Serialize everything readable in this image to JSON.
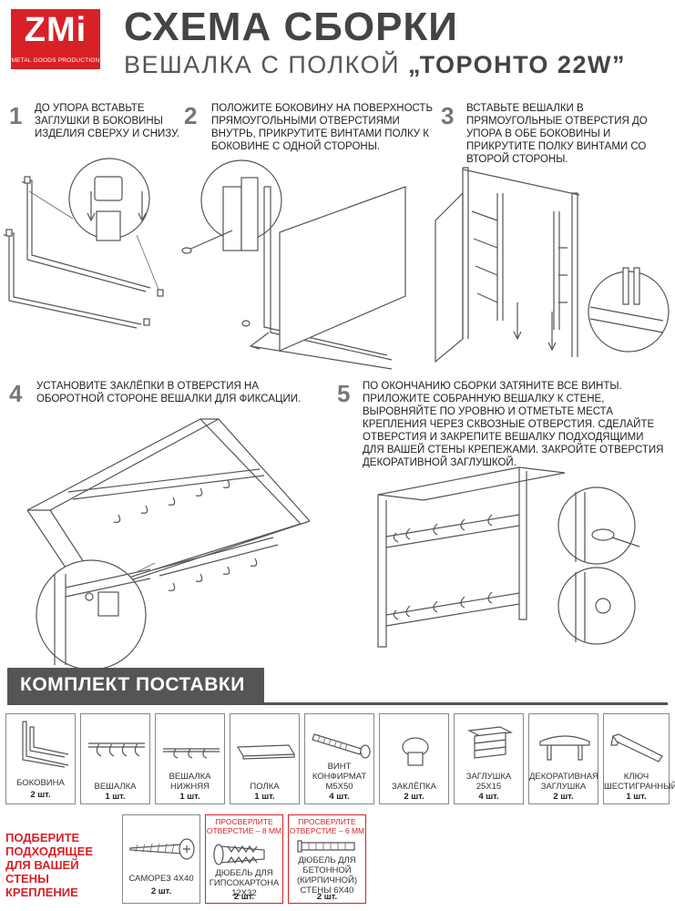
{
  "brand": {
    "logo": "ZMi",
    "tagline": "METAL GOODS PRODUCTION"
  },
  "header": {
    "title": "СХЕМА СБОРКИ",
    "subtitle_prefix": "ВЕШАЛКА С ПОЛКОЙ",
    "subtitle_model": "„ТОРОНТО 22W”"
  },
  "steps": [
    {
      "num": "1",
      "text": "До упора вставьте заглушки в боковины изделия сверху и снизу."
    },
    {
      "num": "2",
      "text": "Положите боковину на поверхность прямоугольными отверстиями внутрь, прикрутите винтами полку к боковине с одной стороны."
    },
    {
      "num": "3",
      "text": "Вставьте вешалки в прямоугольные отверстия до упора в обе боковины и прикрутите полку винтами со второй стороны."
    },
    {
      "num": "4",
      "text": "Установите заклёпки в отверстия на оборотной стороне вешалки для фиксации."
    },
    {
      "num": "5",
      "text": "По окончанию сборки затяните все винты. Приложите собранную вешалку к стене, выровняйте по уровню и отметьте места крепления через сквозные отверстия. Сделайте отверстия и закрепите вешалку подходящими для вашей стены крепежами. Закройте отверстия декоративной заглушкой."
    }
  ],
  "kit": {
    "title": "КОМПЛЕКТ ПОСТАВКИ",
    "parts": [
      {
        "name": "БОКОВИНА",
        "qty": "2 шт.",
        "icon": "side-frame-icon"
      },
      {
        "name": "ВЕШАЛКА",
        "qty": "1 шт.",
        "icon": "hook-rail-icon"
      },
      {
        "name": "ВЕШАЛКА НИЖНЯЯ",
        "qty": "1 шт.",
        "icon": "lower-hook-rail-icon"
      },
      {
        "name": "ПОЛКА",
        "qty": "1 шт.",
        "icon": "shelf-icon"
      },
      {
        "name": "ВИНТ КОНФИРМАТ М5х50",
        "qty": "4 шт.",
        "icon": "confirmat-screw-icon"
      },
      {
        "name": "ЗАКЛЁПКА",
        "qty": "2 шт.",
        "icon": "rivet-icon"
      },
      {
        "name": "ЗАГЛУШКА 25х15",
        "qty": "4 шт.",
        "icon": "plug-icon"
      },
      {
        "name": "ДЕКОРАТИВНАЯ ЗАГЛУШКА",
        "qty": "2 шт.",
        "icon": "decorative-cap-icon"
      },
      {
        "name": "КЛЮЧ ШЕСТИГРАННЫЙ",
        "qty": "1 шт.",
        "icon": "hex-key-icon"
      }
    ],
    "wall_note": "ПОДБЕРИТЕ ПОДХОДЯЩЕЕ ДЛЯ ВАШЕЙ СТЕНЫ КРЕПЛЕНИЕ",
    "fasteners": [
      {
        "note": "",
        "name": "САМОРЕЗ 4х40",
        "qty": "2 шт.",
        "icon": "wood-screw-icon"
      },
      {
        "note": "ПРОСВЕРЛИТЕ ОТВЕРСТИЕ – 8 мм",
        "name": "ДЮБЕЛЬ ДЛЯ ГИПСОКАРТОНА 12х32",
        "qty": "2 шт.",
        "icon": "drywall-anchor-icon"
      },
      {
        "note": "ПРОСВЕРЛИТЕ ОТВЕРСТИЕ – 6 мм",
        "name": "ДЮБЕЛЬ ДЛЯ БЕТОННОЙ (КИРПИЧНОЙ) СТЕНЫ 6х40",
        "qty": "2 шт.",
        "icon": "concrete-anchor-icon"
      }
    ]
  },
  "colors": {
    "brand_red": "#d82027",
    "band_grey": "#555555"
  }
}
